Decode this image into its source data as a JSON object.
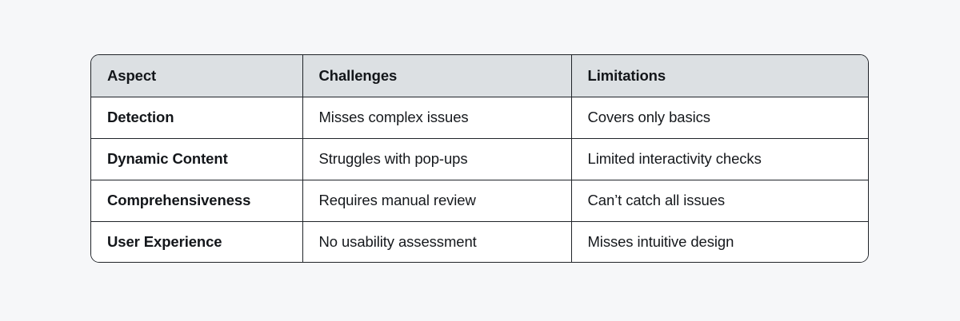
{
  "page": {
    "background_color": "#f6f7f9"
  },
  "table": {
    "name": "aspect-challenges-limitations-table",
    "border_color": "#1f2328",
    "header_background": "#dce0e3",
    "body_background": "#ffffff",
    "text_color": "#16191d",
    "columns": [
      {
        "key": "aspect",
        "label": "Aspect"
      },
      {
        "key": "challenges",
        "label": "Challenges"
      },
      {
        "key": "limitations",
        "label": "Limitations"
      }
    ],
    "rows": [
      {
        "aspect": "Detection",
        "challenges": "Misses complex issues",
        "limitations": "Covers only basics"
      },
      {
        "aspect": "Dynamic Content",
        "challenges": "Struggles with pop-ups",
        "limitations": "Limited interactivity checks"
      },
      {
        "aspect": "Comprehensiveness",
        "challenges": "Requires manual review",
        "limitations": "Can’t catch all issues"
      },
      {
        "aspect": "User Experience",
        "challenges": "No usability assessment",
        "limitations": "Misses intuitive design"
      }
    ]
  }
}
